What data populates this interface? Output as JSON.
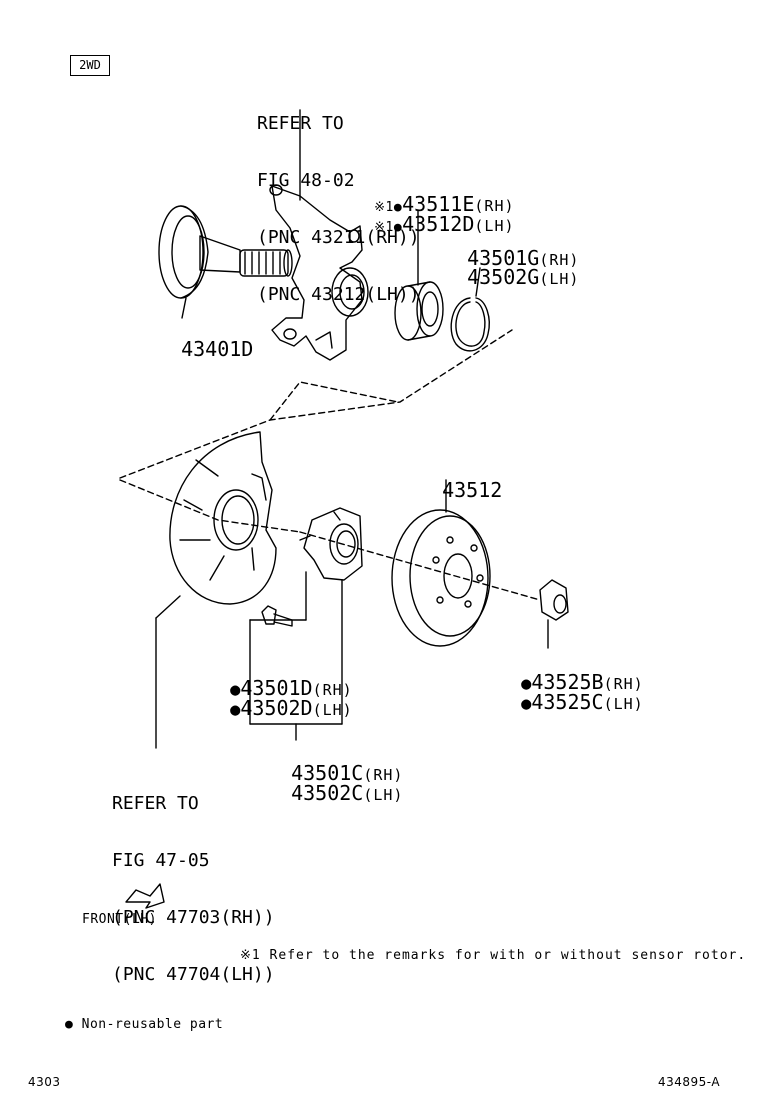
{
  "tag": "2WD",
  "refer_knuckle": [
    "REFER TO",
    "FIG 48-02",
    "(PNC 43211(RH))",
    "(PNC 43212(LH))"
  ],
  "refer_dust_cover": [
    "REFER TO",
    "FIG 47-05",
    "(PNC 47703(RH))",
    "(PNC 47704(LH))"
  ],
  "parts": {
    "p43511E": {
      "mark": "※1●",
      "num": "43511E",
      "side": "(RH)"
    },
    "p43512D": {
      "mark": "※1●",
      "num": "43512D",
      "side": "(LH)"
    },
    "p43501G": {
      "num": "43501G",
      "side": "(RH)"
    },
    "p43502G": {
      "num": "43502G",
      "side": "(LH)"
    },
    "p43401D": {
      "num": "43401D"
    },
    "p43512": {
      "num": "43512"
    },
    "p43501D": {
      "mark": "●",
      "num": "43501D",
      "side": "(RH)"
    },
    "p43502D": {
      "mark": "●",
      "num": "43502D",
      "side": "(LH)"
    },
    "p43525B": {
      "mark": "●",
      "num": "43525B",
      "side": "(RH)"
    },
    "p43525C": {
      "mark": "●",
      "num": "43525C",
      "side": "(LH)"
    },
    "p43501C": {
      "num": "43501C",
      "side": "(RH)"
    },
    "p43502C": {
      "num": "43502C",
      "side": "(LH)"
    }
  },
  "front_label": "FRONT(LH)",
  "remark": "※1 Refer to the remarks for with or without sensor rotor.",
  "legend": "● Non-reusable part",
  "page_number": "4303",
  "figure_id": "434895-A"
}
